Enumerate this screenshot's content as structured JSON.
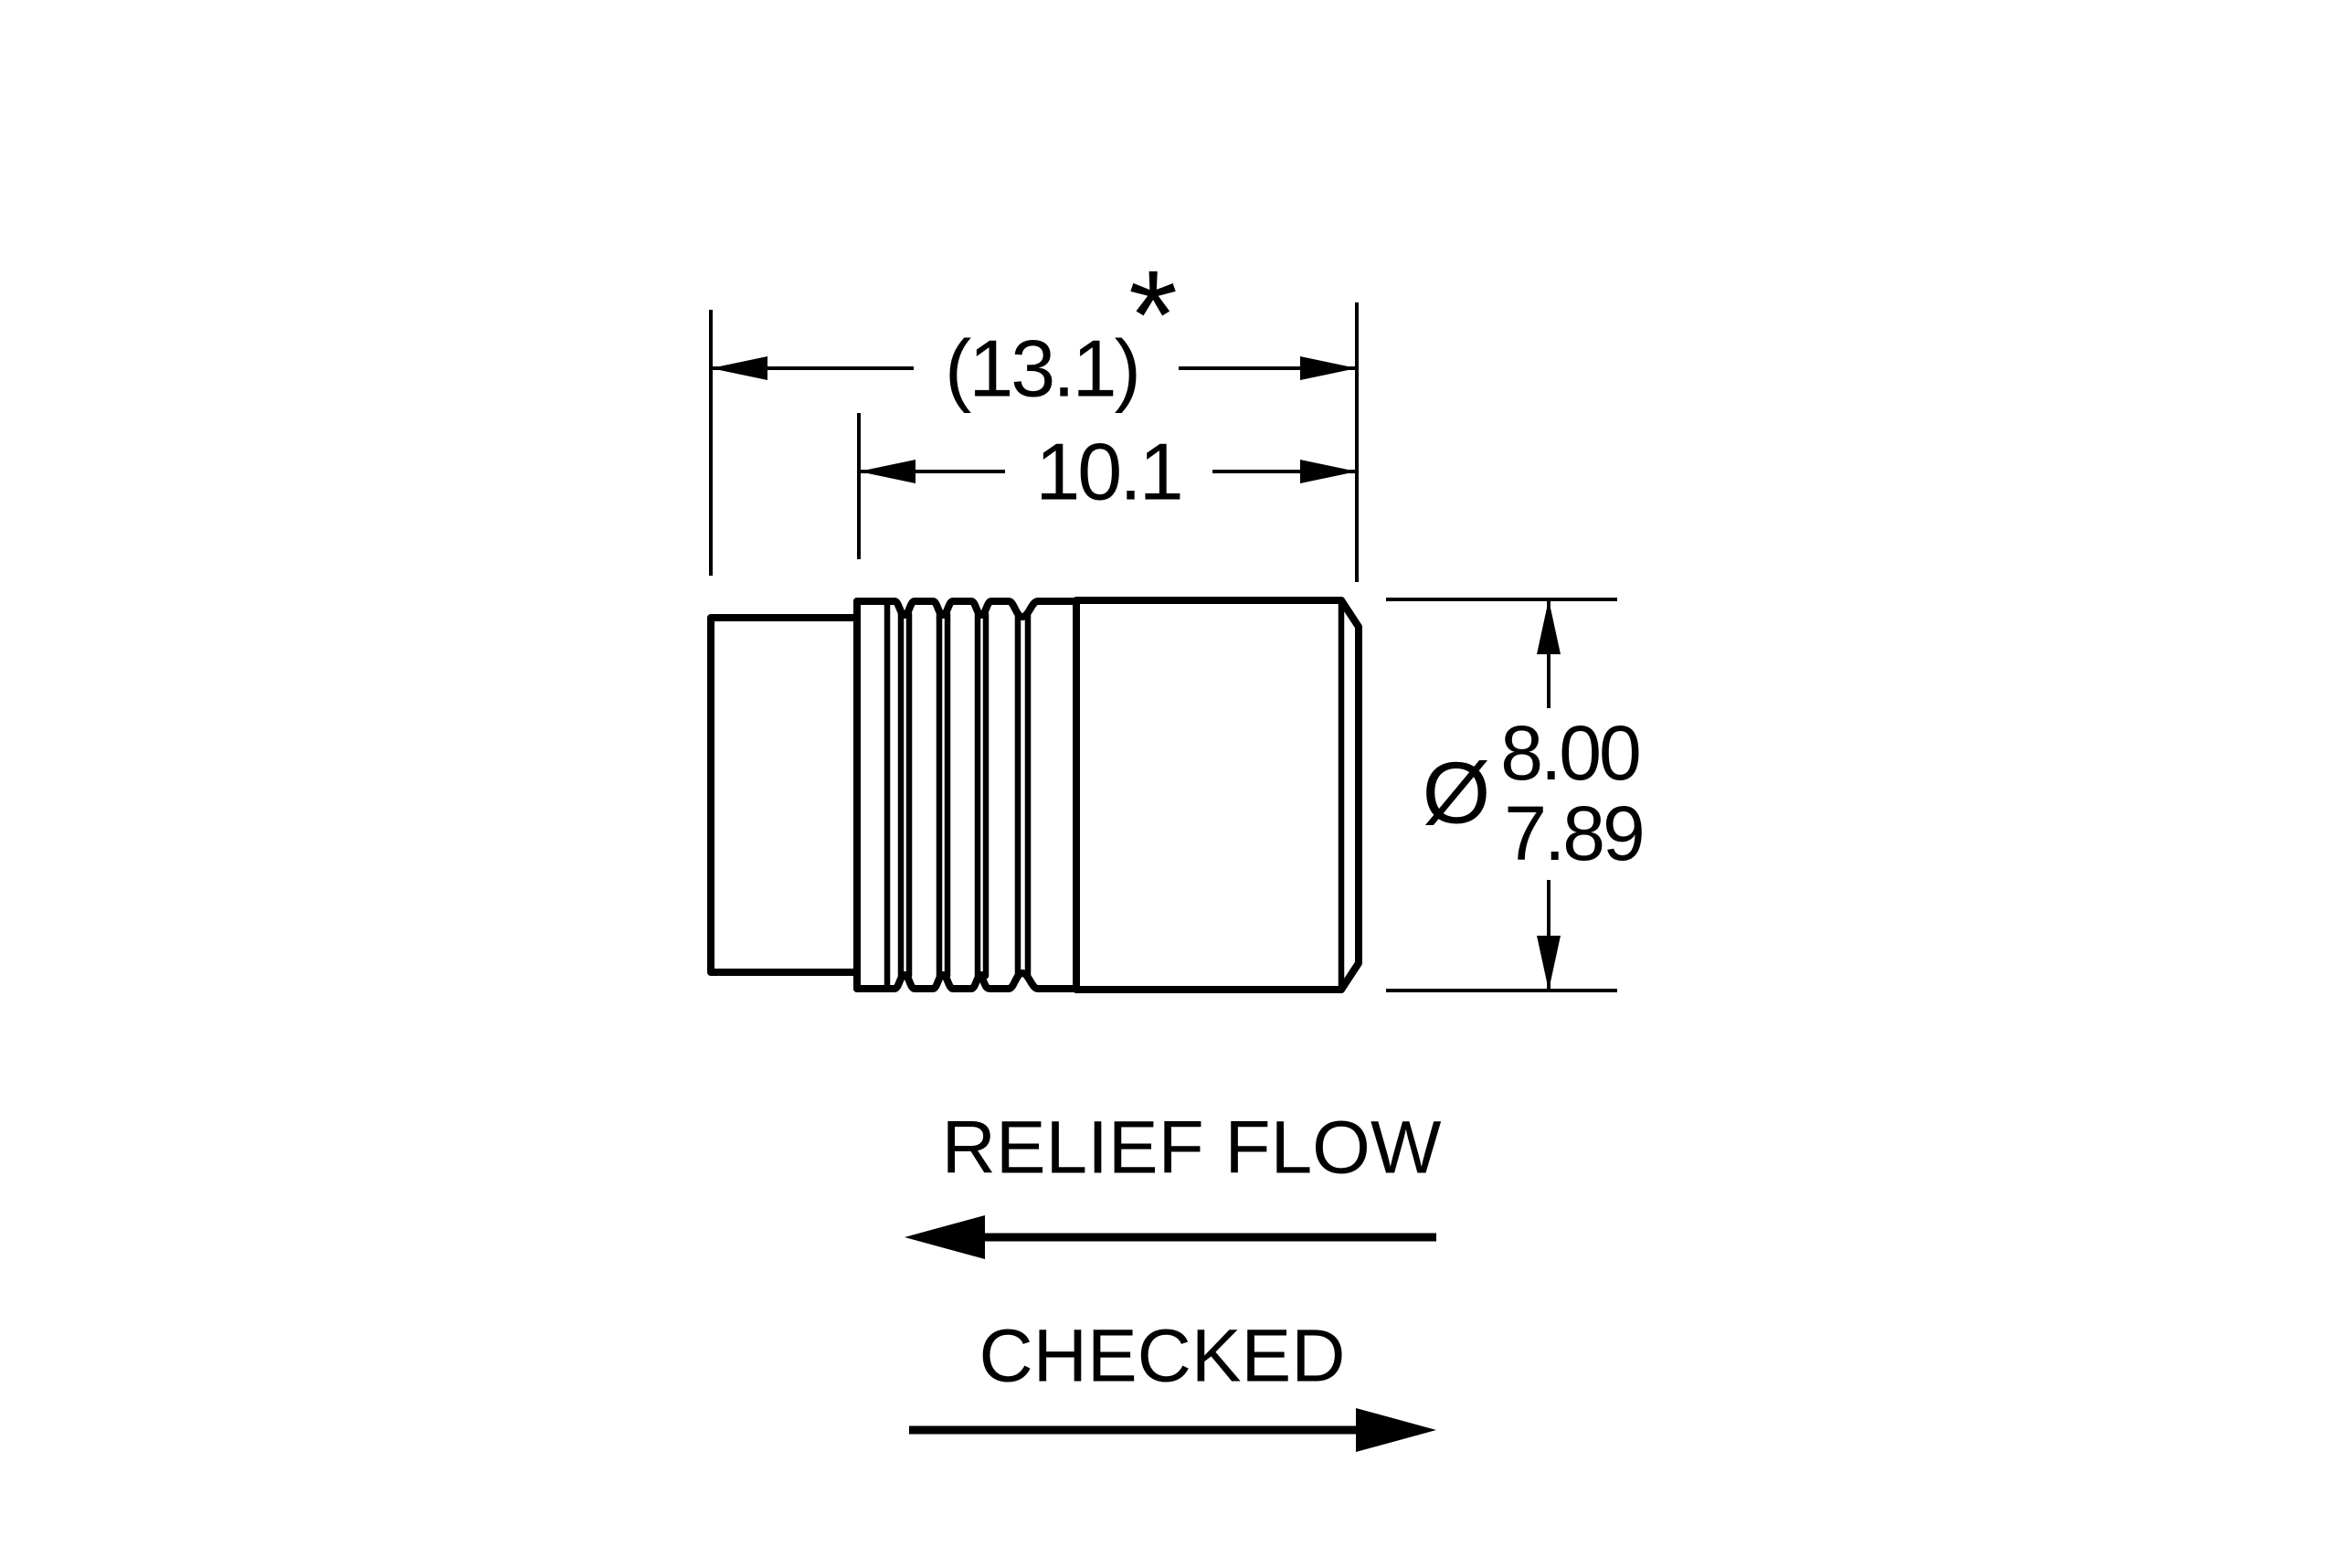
{
  "colors": {
    "background": "#ffffff",
    "line": "#000000"
  },
  "dimensions": {
    "overall_length": {
      "value": "(13.1)",
      "footnote_marker": "*"
    },
    "thread_length": {
      "value": "10.1"
    },
    "diameter": {
      "symbol": "Ø",
      "max": "8.00",
      "min": "7.89"
    }
  },
  "annotations": {
    "relief_flow": {
      "label": "RELIEF FLOW",
      "arrow_direction": "left"
    },
    "checked": {
      "label": "CHECKED",
      "arrow_direction": "right"
    }
  }
}
